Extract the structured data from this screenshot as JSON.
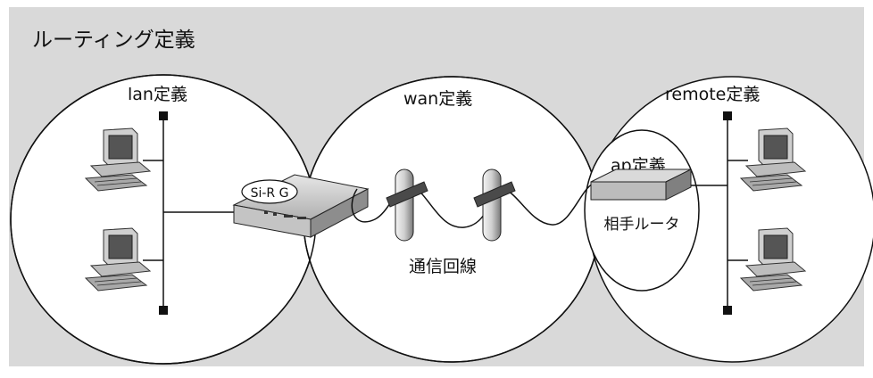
{
  "title": "ルーティング定義",
  "zones": {
    "lan": "lan定義",
    "wan": "wan定義",
    "remote": "remote定義",
    "ap": "ap定義"
  },
  "labels": {
    "router": "Si-R G",
    "line": "通信回線",
    "peer_router": "相手ルータ"
  },
  "colors": {
    "panel_bg": "#d9d9d9",
    "circle_fill": "#ffffff",
    "stroke": "#111111",
    "device_gray": "#b8b8b8"
  },
  "icons": [
    "computer-icon",
    "router-icon",
    "line-coil-icon",
    "peer-router-icon",
    "network-terminator-icon"
  ]
}
